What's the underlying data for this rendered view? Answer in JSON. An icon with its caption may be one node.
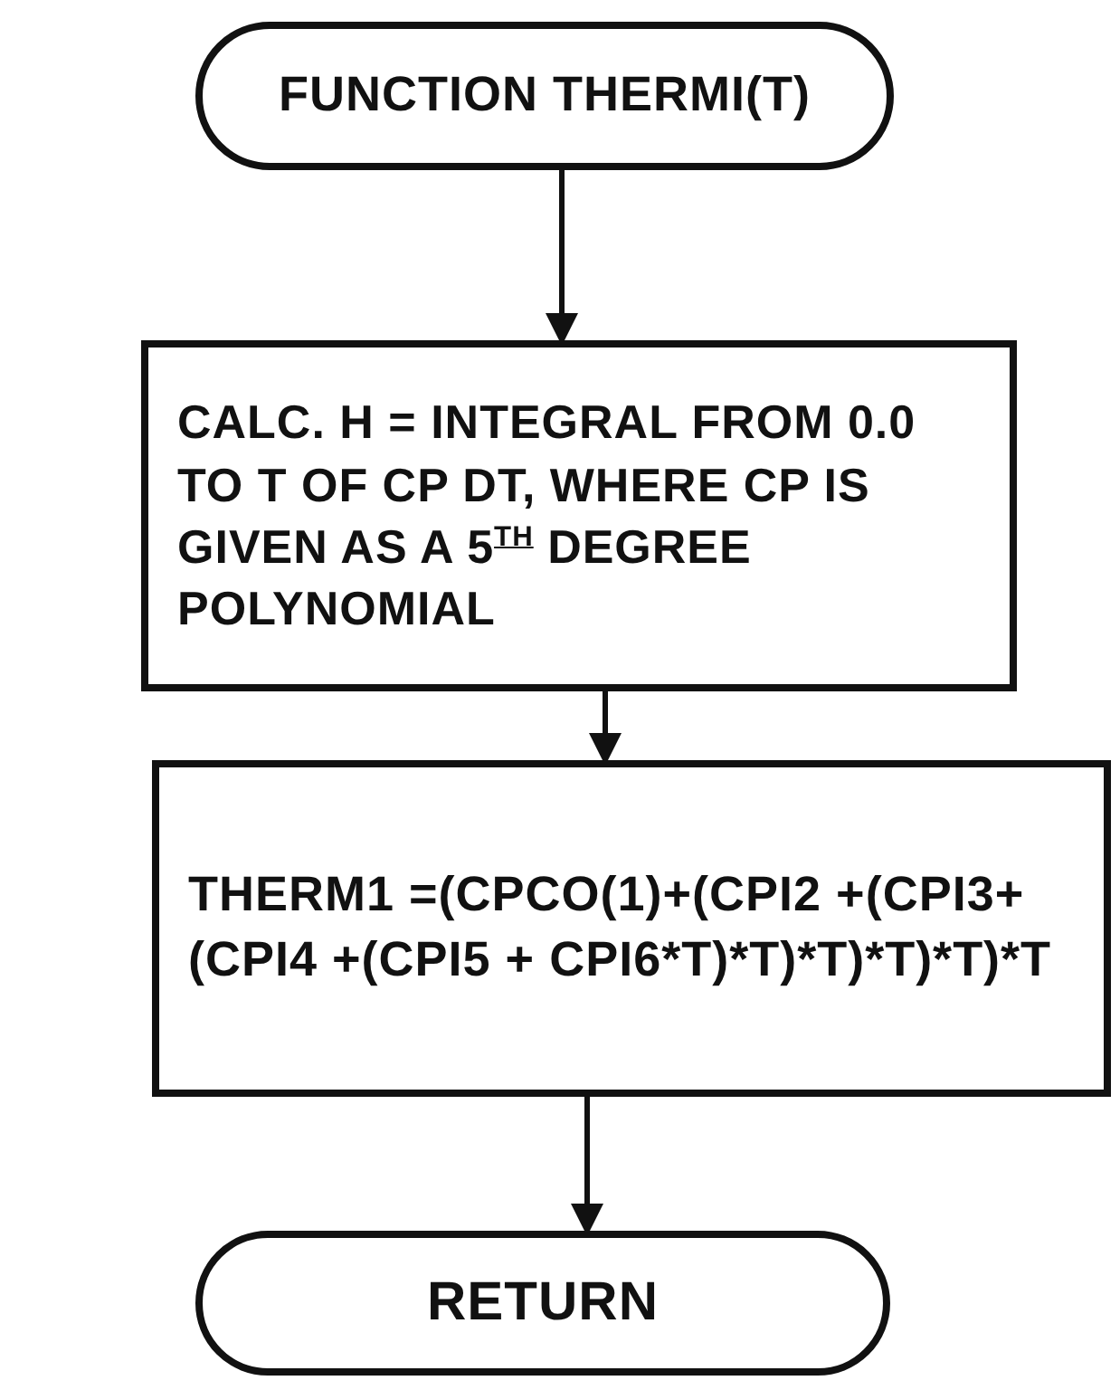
{
  "diagram": {
    "nodes": [
      {
        "text": [
          "FUNCTION THERMI(T)"
        ]
      },
      {
        "text": [
          "CALC. H = INTEGRAL FROM 0.0 TO T OF CP DT, WHERE CP IS GIVEN AS A 5$^{TH}$ DEGREE POLYNOMIAL"
        ]
      },
      {
        "text": [
          "THERM1 =(CPCO(1)+(CPI2 +(CPI3+(CPI4 +(CPI5 + CPI6*T)*T)*T)*T)*T)*T"
        ]
      },
      {
        "text": [
          "RETURN"
        ]
      }
    ],
    "edges": [
      {
        "from": 0,
        "to": 1,
        "arrow": "to"
      },
      {
        "from": 1,
        "to": 2,
        "arrow": "to"
      },
      {
        "from": 2,
        "to": 3,
        "arrow": "to"
      }
    ]
  }
}
